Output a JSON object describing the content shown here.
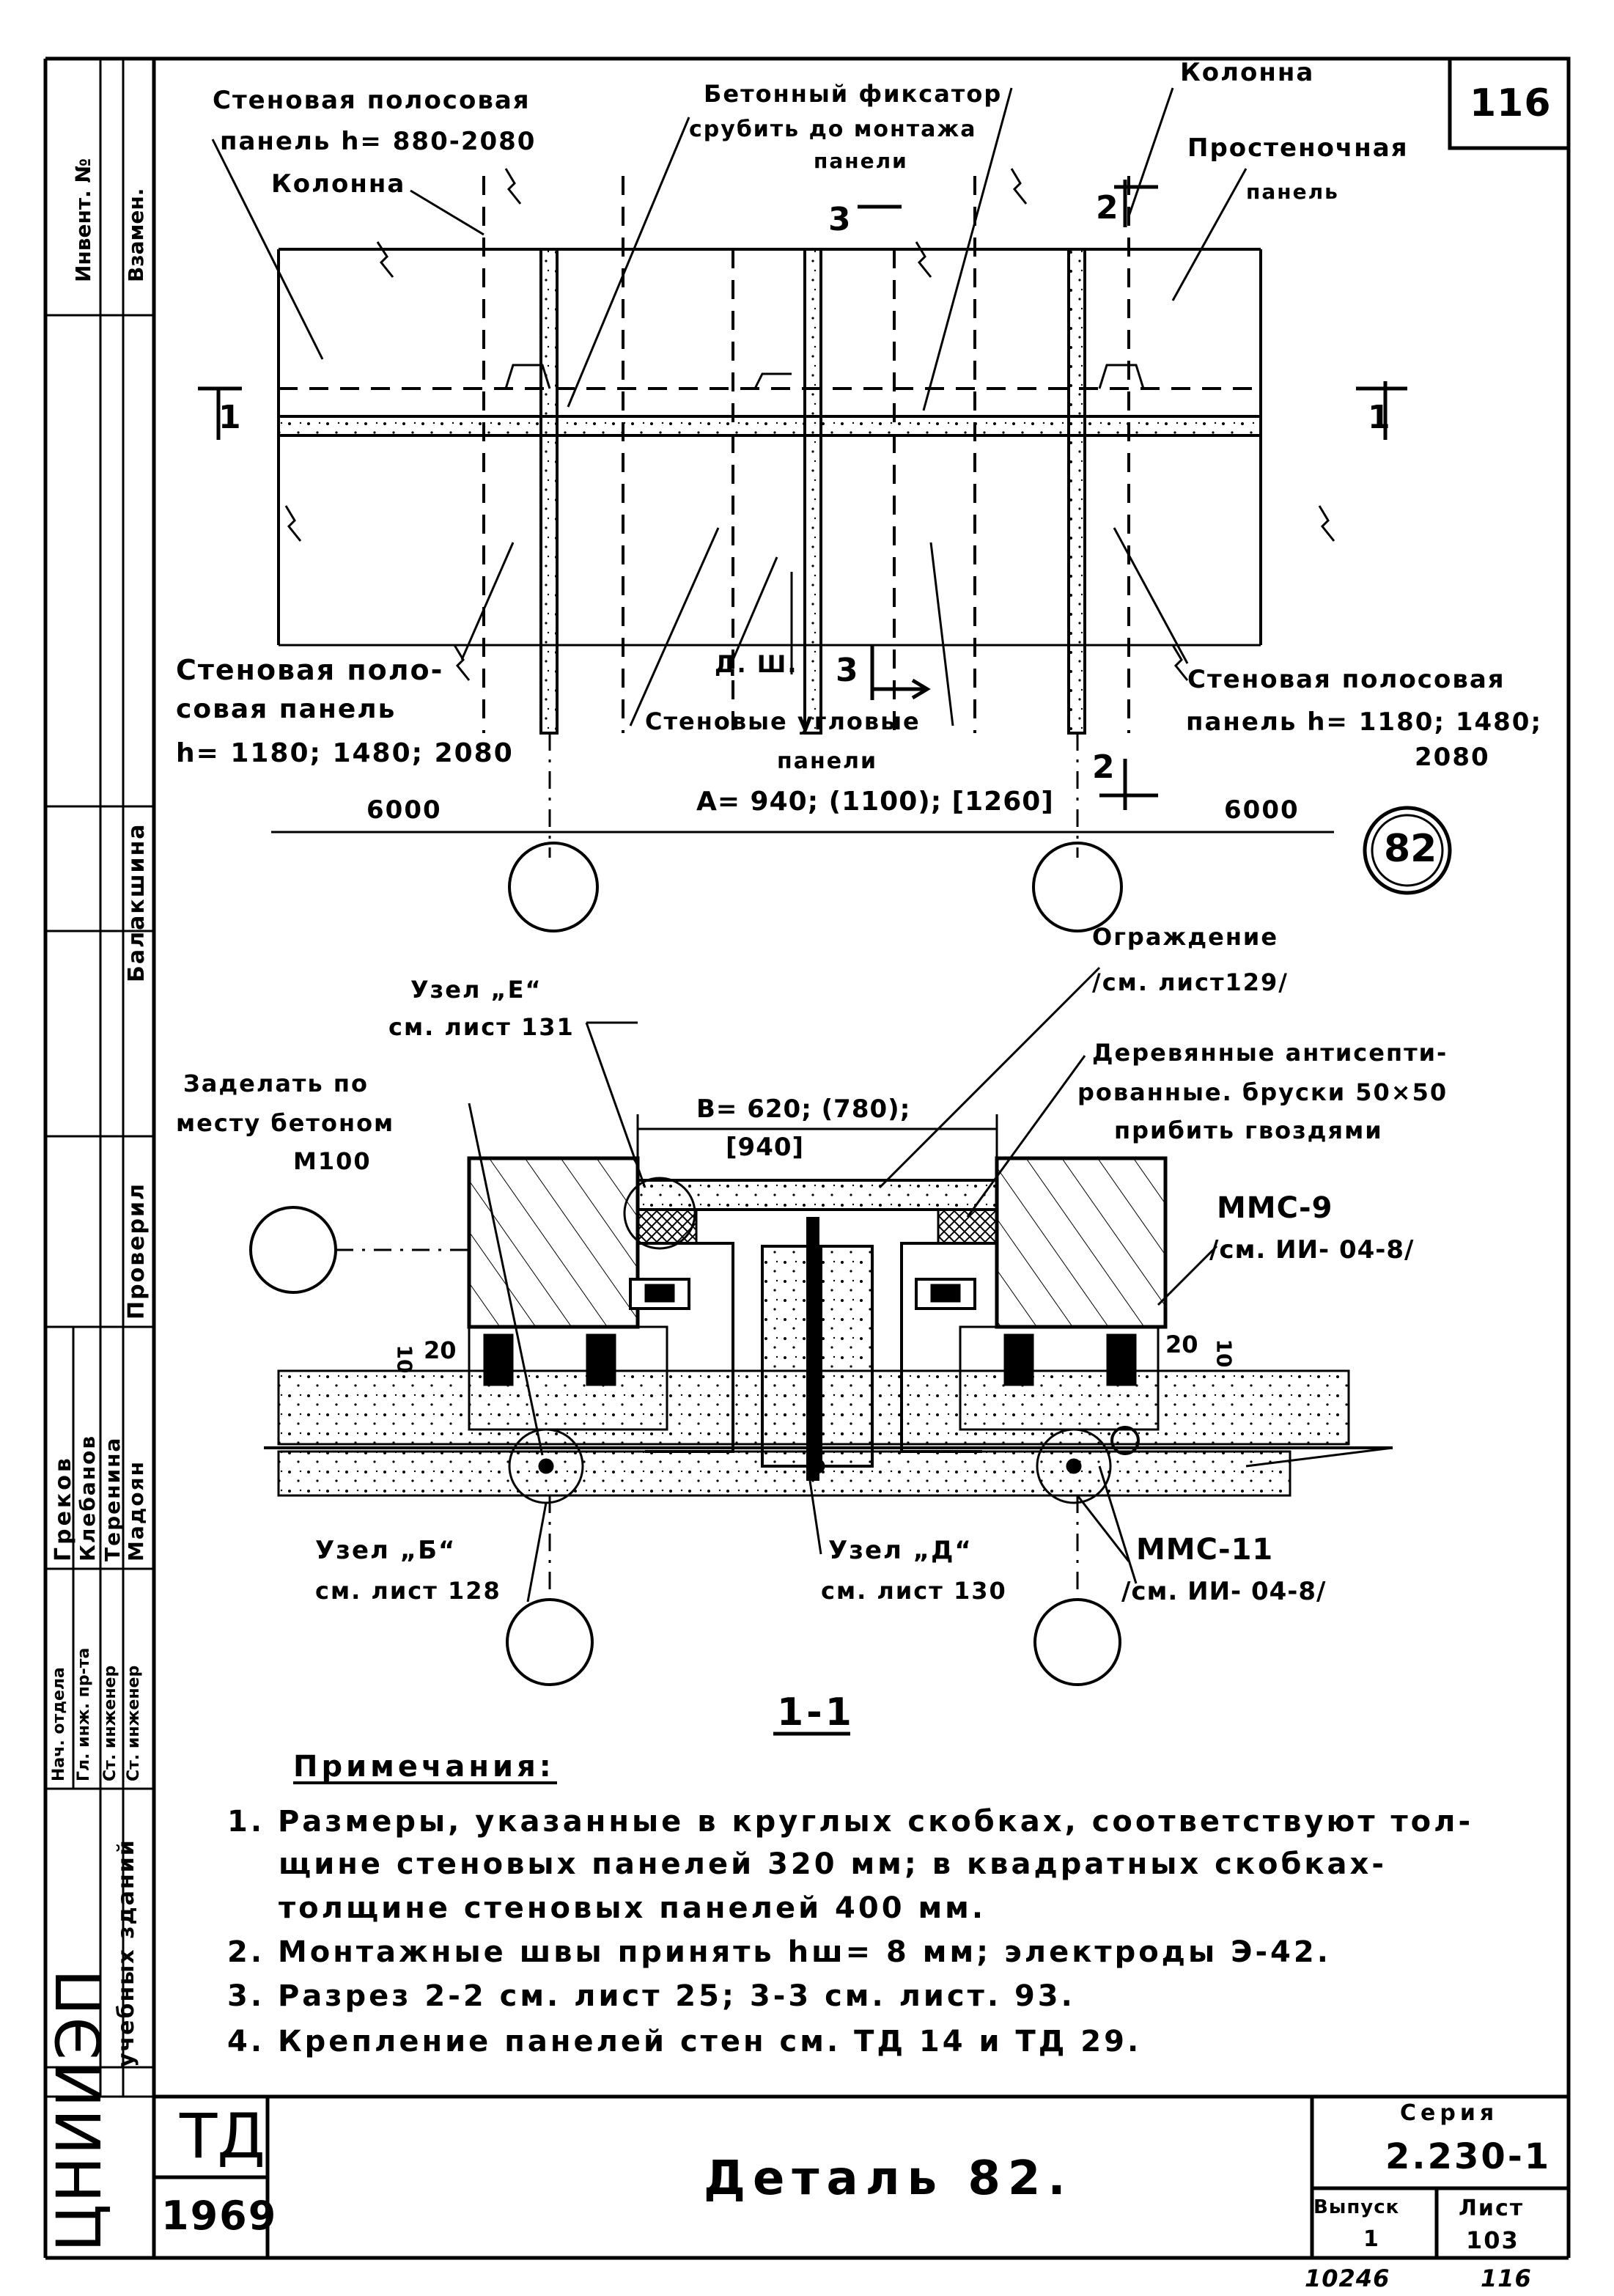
{
  "sheet": {
    "sheet_number": "116",
    "detail_mark": "82",
    "section_label": "1-1",
    "stamp_page": "10246",
    "stamp_page2": "116"
  },
  "elevation": {
    "label_panel_top_left": "Стеновая полосовая",
    "label_panel_top_left_h": "панель  h= 880-2080",
    "label_column_left": "Колонна",
    "label_fixator": "Бетонный фиксатор",
    "label_fixator_2": "срубить до монтажа",
    "label_fixator_3": "панели",
    "label_column_right": "Колонна",
    "label_pier_panel": "Простеночная",
    "label_pier_panel_2": "панель",
    "label_bottom_left_1": "Стеновая поло-",
    "label_bottom_left_2": "совая  панель",
    "label_bottom_left_3": "h= 1180; 1480; 2080",
    "label_dsh": "Д. Ш.",
    "label_corner_panels": "Стеновые угловые",
    "label_corner_panels_2": "панели",
    "label_corner_A": "A= 940;  (1100);  [1260]",
    "label_bottom_right_1": "Стеновая полосовая",
    "label_bottom_right_2": "панель  h= 1180; 1480;",
    "label_bottom_right_3": "2080",
    "dim_left": "6000",
    "dim_right": "6000",
    "cut_1_left": "1",
    "cut_1_right": "1",
    "cut_2_top": "2",
    "cut_2_bottom": "2",
    "cut_3_top": "3",
    "cut_3_bottom": "3"
  },
  "section": {
    "node_E": "Узел „Е“",
    "node_E_ref": "см. лист 131",
    "fence": "Ограждение",
    "fence_ref": "/см. лист129/",
    "fill_1": "Заделать по",
    "fill_2": "месту бетоном",
    "fill_3": "М100",
    "wood_1": "Деревянные  антисепти-",
    "wood_2": "рованные.  бруски  50×50",
    "wood_3": "прибить  гвоздями",
    "B_dim": "B= 620;  (780);",
    "B_dim_2": "[940]",
    "mmc9": "ММС-9",
    "mmc9_ref": "/см. ИИ- 04-8/",
    "dim_10_left": "10",
    "dim_20_left": "20",
    "dim_20_right": "20",
    "dim_10_right": "10",
    "node_B": "Узел „Б“",
    "node_B_ref": "см. лист 128",
    "node_D": "Узел „Д“",
    "node_D_ref": "см. лист 130",
    "mmc11": "ММС-11",
    "mmc11_ref": "/см. ИИ- 04-8/"
  },
  "notes": {
    "heading": "Примечания:",
    "line1": "1. Размеры, указанные в круглых скобках, соответствуют  тол-",
    "line2": "щине   стеновых   панелей   320 мм;  в квадратных  скобках-",
    "line3": "толщине   стеновых   панелей   400 мм.",
    "line4": "2. Монтажные   швы   принять   hш= 8 мм;   электроды   Э-42.",
    "line5": "3. Разрез   2-2  см.   лист   25;   3-3   см.   лист. 93.",
    "line6": "4. Крепление  панелей  стен  см.  ТД 14  и  ТД 29."
  },
  "title_block": {
    "td": "ТД",
    "year": "1969",
    "title": "Деталь 82.",
    "series_label": "Серия",
    "series_value": "2.230-1",
    "issue_label": "Выпуск",
    "issue_value": "1",
    "sheet_label": "Лист",
    "sheet_value": "103"
  },
  "sidebar": {
    "org": "ЦНИИЭП",
    "org_sub": "учебных  зданий",
    "inv_no": "Инвент. №",
    "replace": "Взамен.",
    "names_header": "Балакшина",
    "roles": [
      "Нач. отдела",
      "Гл. инж. пр-та",
      "Ст. инженер",
      "Ст. инженер"
    ],
    "people": [
      "Греков",
      "Клебанов",
      "Теренина",
      "Мадоян"
    ],
    "check": "Проверил"
  }
}
